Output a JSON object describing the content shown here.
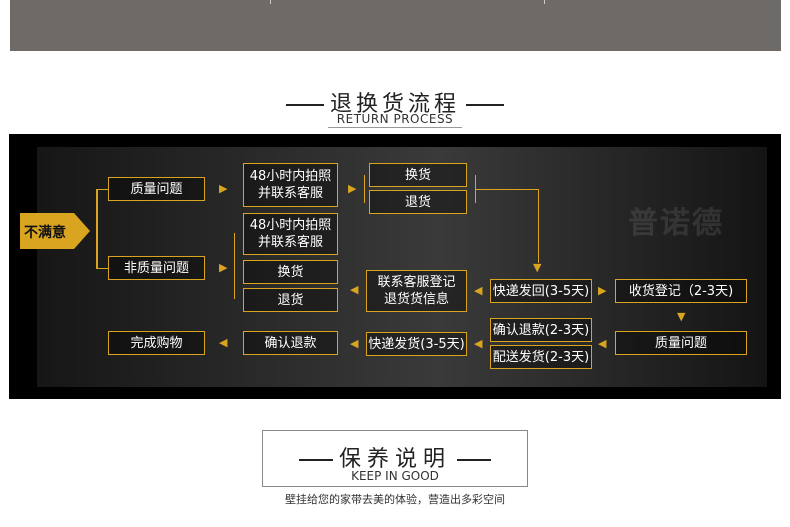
{
  "header": {
    "title_cn": "退换货流程",
    "title_en": "RETURN PROCESS"
  },
  "flow": {
    "start": "不满意",
    "quality_issue": "质量问题",
    "non_quality_issue": "非质量问题",
    "photo_1_line1": "48小时内拍照",
    "photo_1_line2": "并联系客服",
    "photo_2_line1": "48小时内拍照",
    "photo_2_line2": "并联系客服",
    "exchange_1": "换货",
    "return_1": "退货",
    "exchange_2": "换货",
    "return_2": "退货",
    "contact_line1": "联系客服登记",
    "contact_line2": "退货货信息",
    "courier_return": "快递发回(3-5天)",
    "receive_register": "收货登记（2-3天)",
    "quality_check": "质量问题",
    "confirm_refund": "确认退款(2-3天)",
    "deliver_ship": "配送发货(2-3天)",
    "courier_ship": "快递发货(3-5天)",
    "confirm_refund_short": "确认退款",
    "complete": "完成购物",
    "brand_watermark": "普诺德"
  },
  "care": {
    "title_cn": "保养说明",
    "title_en": "KEEP IN GOOD",
    "subtitle": "壁挂给您的家带去美的体验，营造出多彩空间"
  },
  "colors": {
    "accent": "#d9a520",
    "panel": "#000000",
    "topbar": "#6e6a67"
  }
}
